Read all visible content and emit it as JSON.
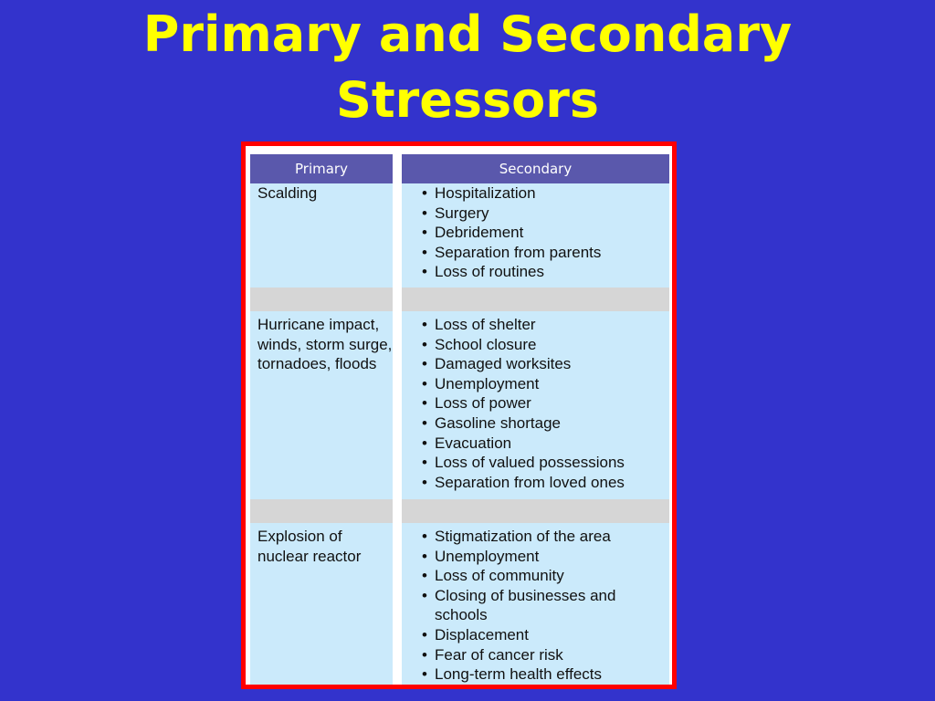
{
  "title": {
    "line1": "Primary and Secondary",
    "line2": "Stressors"
  },
  "table": {
    "headers": {
      "primary": "Primary",
      "secondary": "Secondary"
    },
    "rows": [
      {
        "primary": "Scalding",
        "secondary": [
          "Hospitalization",
          "Surgery",
          "Debridement",
          "Separation from parents",
          "Loss of routines"
        ]
      },
      {
        "primary": "Hurricane impact, winds, storm surge, tornadoes, floods",
        "secondary": [
          "Loss of shelter",
          "School closure",
          "Damaged worksites",
          "Unemployment",
          "Loss of power",
          "Gasoline shortage",
          "Evacuation",
          "Loss of valued possessions",
          "Separation from loved ones"
        ]
      },
      {
        "primary": "Explosion of nuclear reactor",
        "secondary": [
          "Stigmatization of the area",
          "Unemployment",
          "Loss of community",
          "Closing of businesses and schools",
          "Displacement",
          "Fear of cancer risk",
          "Long-term health effects"
        ]
      }
    ]
  },
  "colors": {
    "background": "#3333cc",
    "title": "#ffff00",
    "frame_border": "#ff0000",
    "header_bg": "#5a58ac",
    "cell_bg": "#cbeafb",
    "separator_bg": "#d6d6d6"
  }
}
